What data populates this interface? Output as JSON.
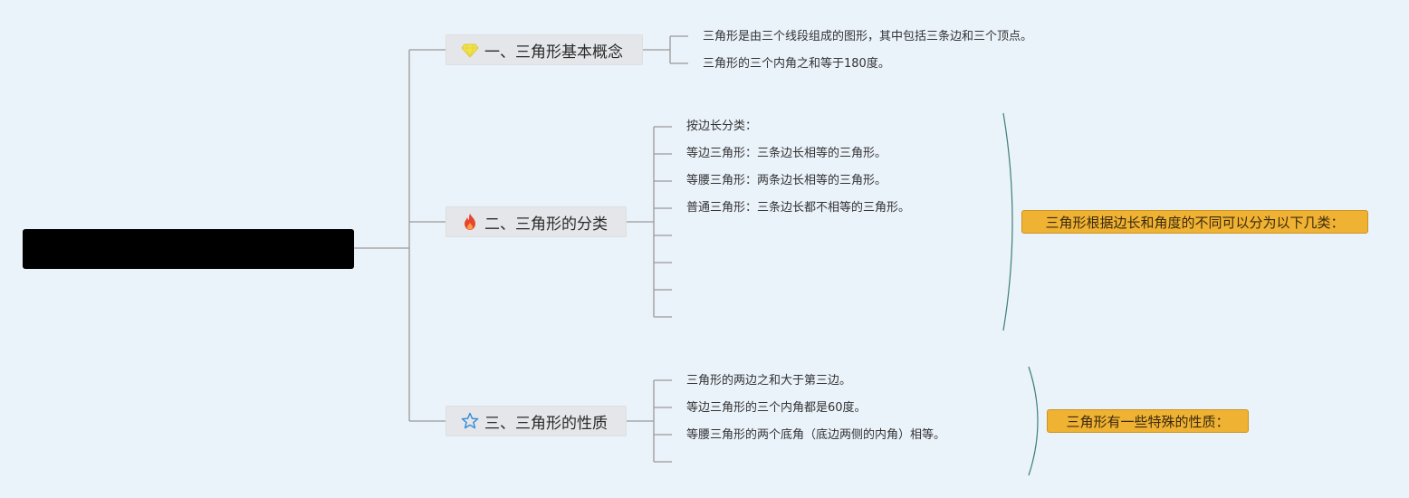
{
  "mindmap": {
    "root": {
      "label": ""
    },
    "branches": [
      {
        "label": "一、三角形基本概念",
        "icon": "gem-icon",
        "items": [
          "三角形是由三个线段组成的图形，其中包括三条边和三个顶点。",
          "三角形的三个内角之和等于180度。"
        ]
      },
      {
        "label": "二、三角形的分类",
        "icon": "fire-icon",
        "items": [
          "按边长分类：",
          "等边三角形：三条边长相等的三角形。",
          "等腰三角形：两条边长相等的三角形。",
          "普通三角形：三条边长都不相等的三角形。",
          "",
          "",
          "",
          ""
        ],
        "summary": "三角形根据边长和角度的不同可以分为以下几类："
      },
      {
        "label": "三、三角形的性质",
        "icon": "star-outline-icon",
        "items": [
          "三角形的两边之和大于第三边。",
          "等边三角形的三个内角都是60度。",
          "等腰三角形的两个底角（底边两侧的内角）相等。",
          ""
        ],
        "summary": "三角形有一些特殊的性质："
      }
    ]
  },
  "colors": {
    "background": "#eaf2fa",
    "connector": "#9a9a9a",
    "summary_fill": "#f0b232",
    "summary_bracket": "#3c7f78",
    "gem": "#f2e24a",
    "fire": "#e8452c",
    "star": "#3a8fd8"
  }
}
